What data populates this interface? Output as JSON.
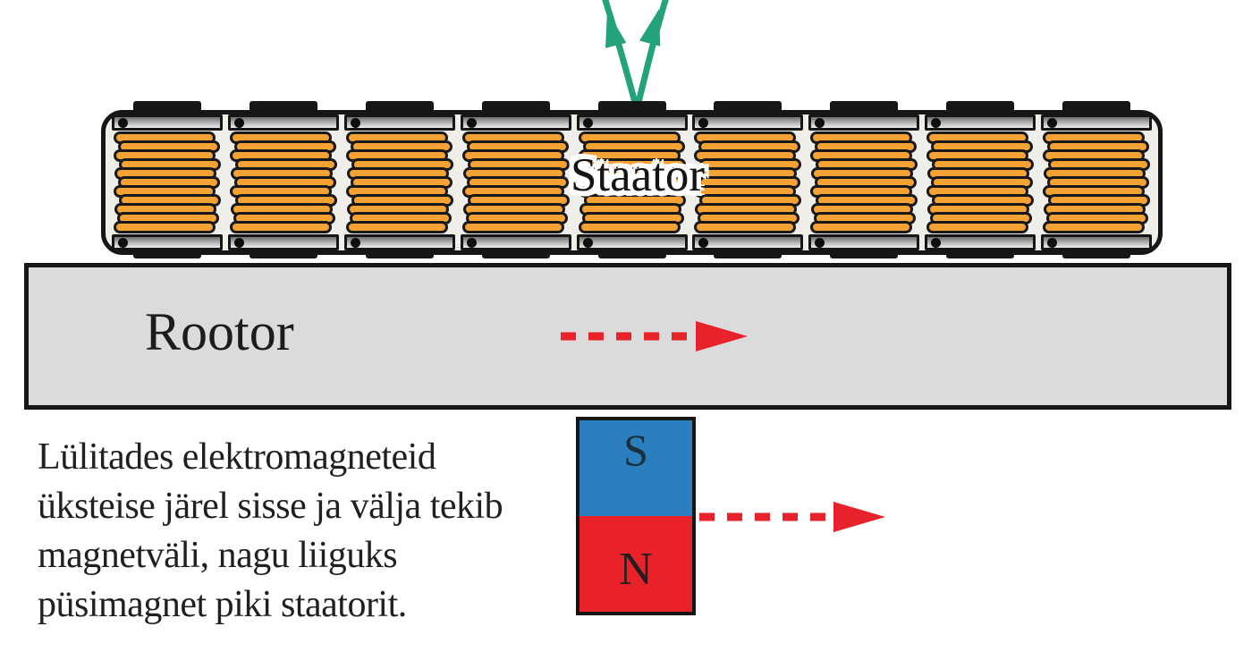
{
  "diagram": {
    "stator": {
      "label": "Staator",
      "coil_count": 9,
      "winding_turns": 11
    },
    "rotor": {
      "label": "Rootor"
    },
    "magnet": {
      "south": "S",
      "north": "N"
    },
    "caption": "Lülitades elektromagneteid\nüksteise järel sisse ja välja tekib\nmagnetväli, nagu liiguks\npüsimagnet piki staatorit.",
    "colors": {
      "field_arrow_green": "#23A27C",
      "coil_orange": "#F4A233",
      "magnet_blue": "#2B7FBE",
      "magnet_red": "#E92128",
      "motion_arrow_red": "#E8222B",
      "rotor_gray": "#DBDBDB",
      "housing_beige": "#F0EEE9",
      "ink": "#161616"
    }
  }
}
